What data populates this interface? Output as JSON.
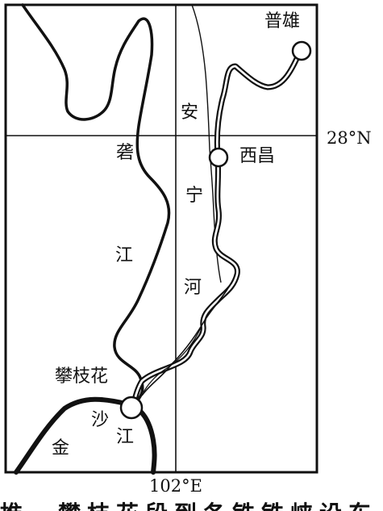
{
  "labels": {
    "puxiong": "普雄",
    "xichang": "西昌",
    "panzhihua": "攀枝花",
    "an": "安",
    "ning": "宁",
    "he": "河",
    "ya": "砻",
    "jiang_yalong": "江",
    "sha": "沙",
    "jiang_jinsha": "江",
    "jin": "金"
  },
  "coordinates": {
    "latitude": "28°N",
    "longitude": "102°E"
  },
  "caption": {
    "partial_text": "推，攀枝花段到各铁铁峡设东"
  },
  "colors": {
    "ink": "#111111",
    "paper": "#ffffff"
  }
}
